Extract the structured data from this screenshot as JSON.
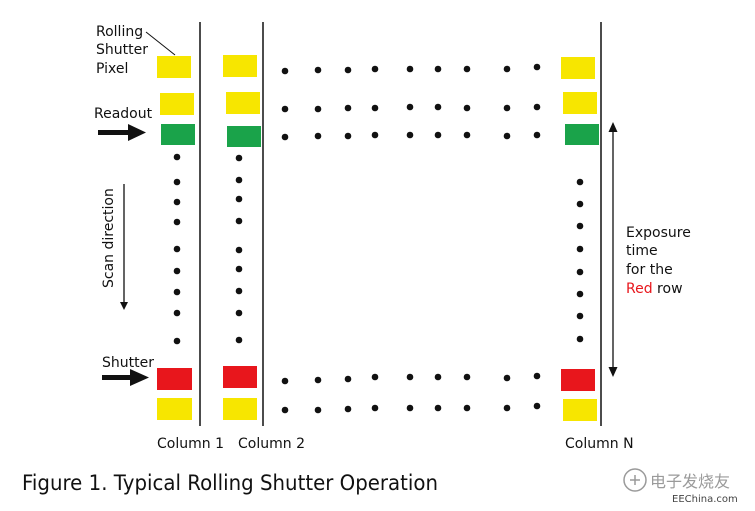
{
  "diagram": {
    "labels": {
      "pixel_line1": "Rolling",
      "pixel_line2": "Shutter",
      "pixel_line3": "Pixel",
      "readout": "Readout",
      "scan_direction": "Scan direction",
      "shutter": "Shutter",
      "exposure_line1": "Exposure",
      "exposure_line2": "time",
      "exposure_line3": "for the",
      "exposure_red": "Red",
      "exposure_row": " row"
    },
    "columns": [
      "Column 1",
      "Column 2",
      "Column N"
    ],
    "caption": "Figure 1. Typical Rolling Shutter Operation",
    "colors": {
      "yellow": "#f7e600",
      "green": "#1aa34a",
      "red": "#e8161c",
      "ink": "#111111"
    }
  },
  "watermark": {
    "chinese": "电子发烧友",
    "site": "EEChina.com"
  }
}
